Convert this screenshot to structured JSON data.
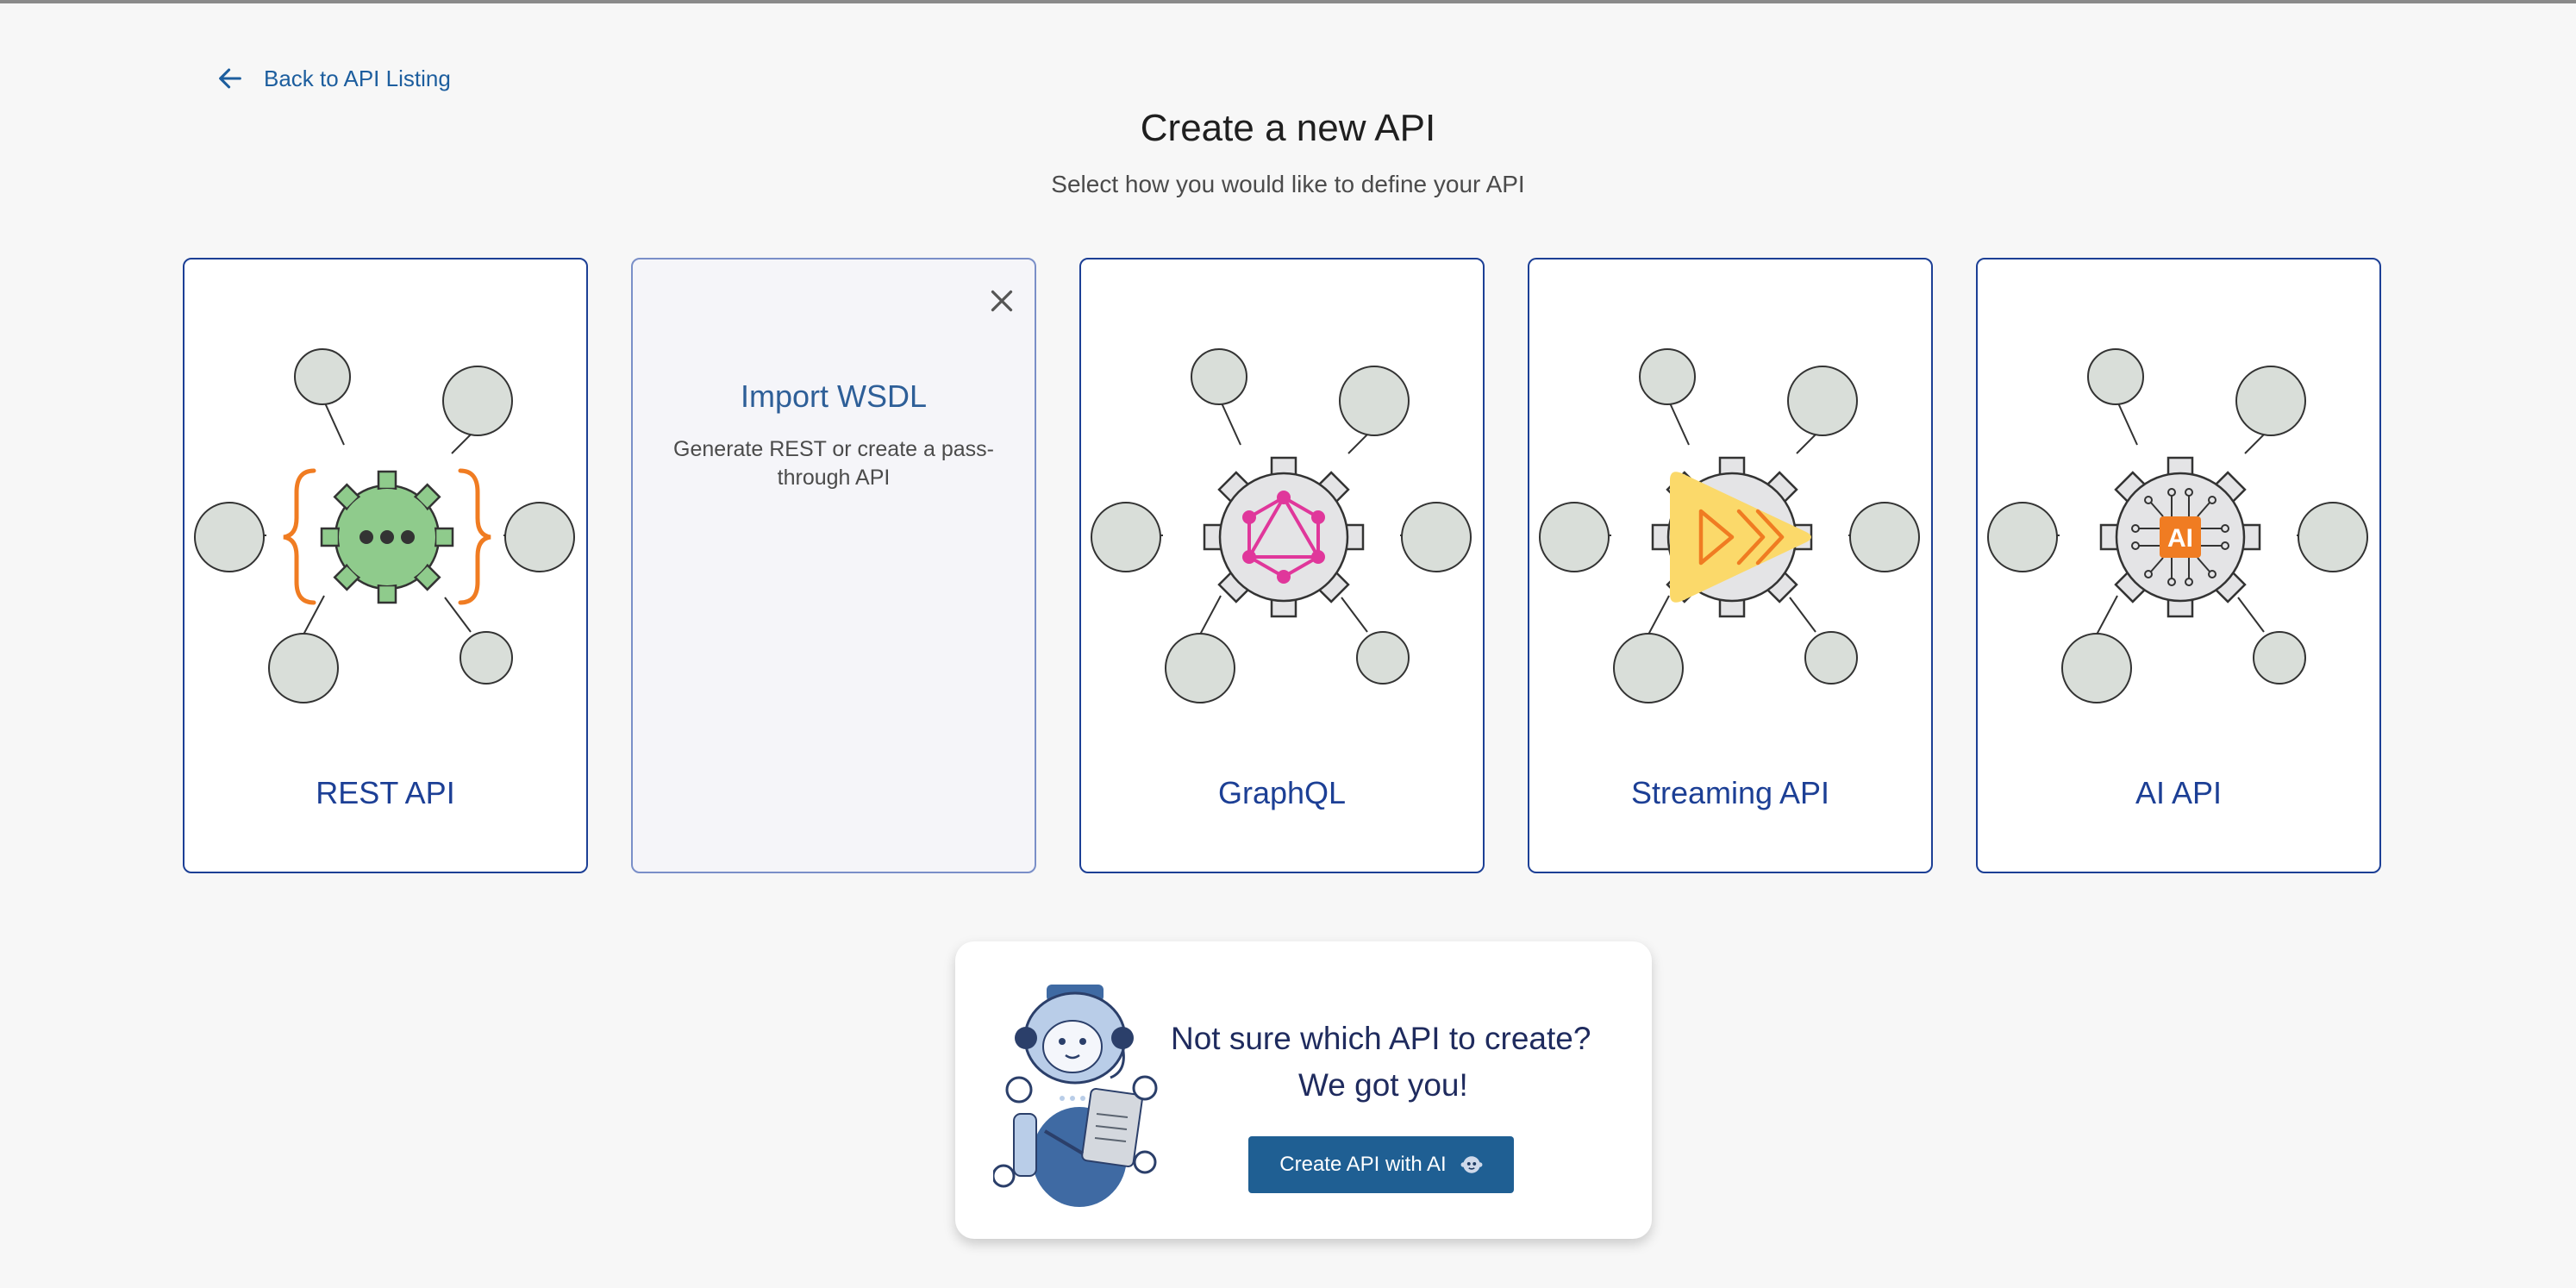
{
  "header": {
    "back_link": "Back to API Listing",
    "title": "Create a new API",
    "subtitle": "Select how you would like to define your API"
  },
  "cards": [
    {
      "label": "REST API",
      "icon": "rest-gear-icon"
    },
    {
      "flip_title": "Import WSDL",
      "flip_desc": "Generate REST or create a pass-through API",
      "icon": "close-icon"
    },
    {
      "label": "GraphQL",
      "icon": "graphql-gear-icon"
    },
    {
      "label": "Streaming API",
      "icon": "streaming-gear-icon"
    },
    {
      "label": "AI API",
      "icon": "ai-gear-icon",
      "badge": "AI"
    }
  ],
  "ai_help": {
    "question_line1": "Not sure which API to create?",
    "question_line2": "We got you!",
    "button_label": "Create API with AI"
  },
  "colors": {
    "primary": "#1c3f95",
    "button": "#1f5f93",
    "rest_gear": "#8fcb8c",
    "graphql_pink": "#e0379b",
    "streaming_yellow": "#fbd96a",
    "ai_orange": "#f07c22"
  }
}
